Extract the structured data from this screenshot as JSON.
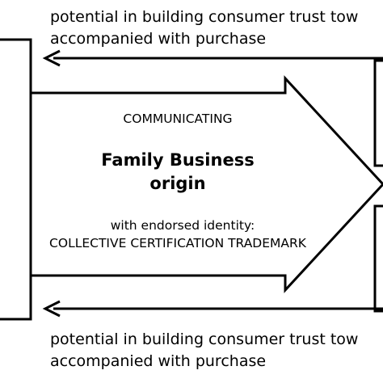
{
  "diagram": {
    "top_text": {
      "line1": "potential in building consumer trust tow",
      "line2": "accompanied with purchase"
    },
    "bottom_text": {
      "line1": "potential in building consumer trust tow",
      "line2": "accompanied with purchase"
    },
    "center_arrow": {
      "action": "COMMUNICATING",
      "title_line1": "Family Business",
      "title_line2": "origin",
      "endorsed_line1": "with endorsed identity:",
      "endorsed_line2": "COLLECTIVE CERTIFICATION TRADEMARK"
    },
    "colors": {
      "stroke": "#000000",
      "background": "#ffffff",
      "text": "#000000"
    }
  }
}
